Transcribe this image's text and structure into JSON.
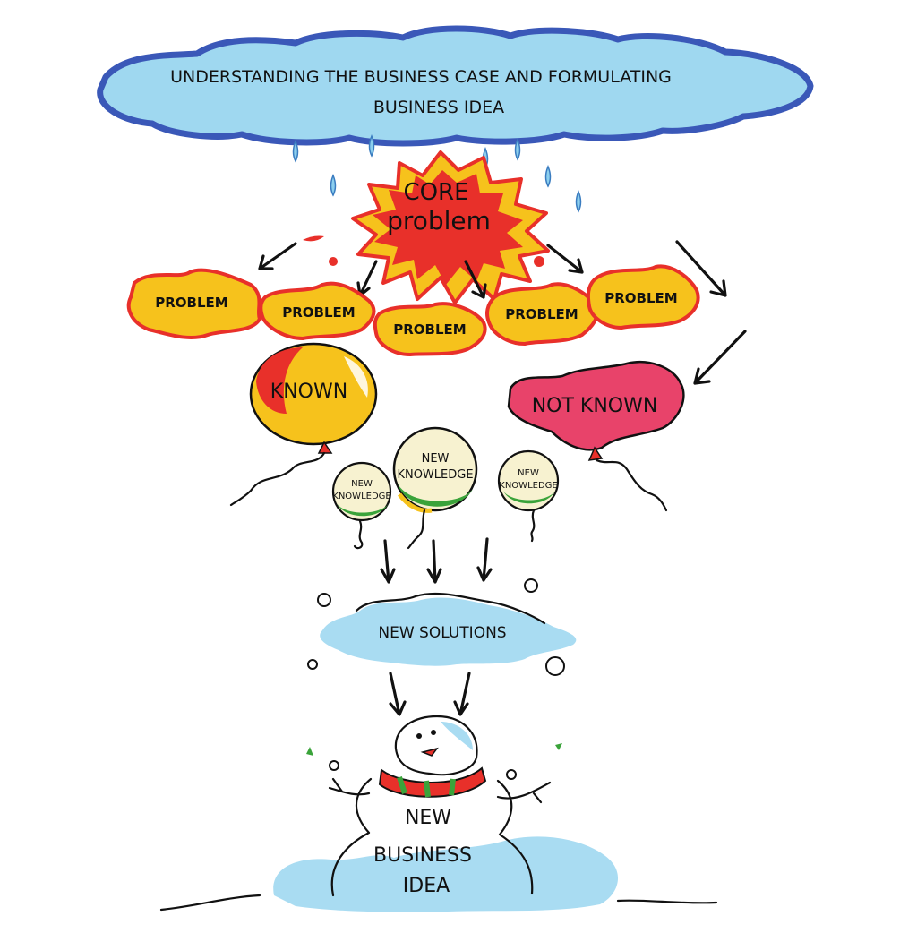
{
  "header_cloud": {
    "line1": "UNDERSTANDING THE BUSINESS CASE AND FORMULATING",
    "line2": "BUSINESS IDEA"
  },
  "core": {
    "line1": "CORE",
    "line2": "problem"
  },
  "problems": [
    "PROBLEM",
    "PROBLEM",
    "PROBLEM",
    "PROBLEM",
    "PROBLEM"
  ],
  "known_label": "KNOWN",
  "not_known_label": "NOT KNOWN",
  "knowledge_balloons": [
    {
      "line1": "NEW",
      "line2": "KNOWLEDGE"
    },
    {
      "line1": "NEW",
      "line2": "KNOWLEDGE"
    },
    {
      "line1": "NEW",
      "line2": "KNOWLEDGE"
    }
  ],
  "solutions_label": "NEW SOLUTIONS",
  "idea": {
    "line1": "NEW",
    "line2": "BUSINESS",
    "line3": "IDEA"
  },
  "colors": {
    "sky": "#9fd8f0",
    "cloud_outline": "#3a58b8",
    "core_red": "#e8302a",
    "core_yellow": "#f6c21c",
    "balloon_green": "#3aa33a",
    "snow_blue": "#a9dcf2"
  }
}
